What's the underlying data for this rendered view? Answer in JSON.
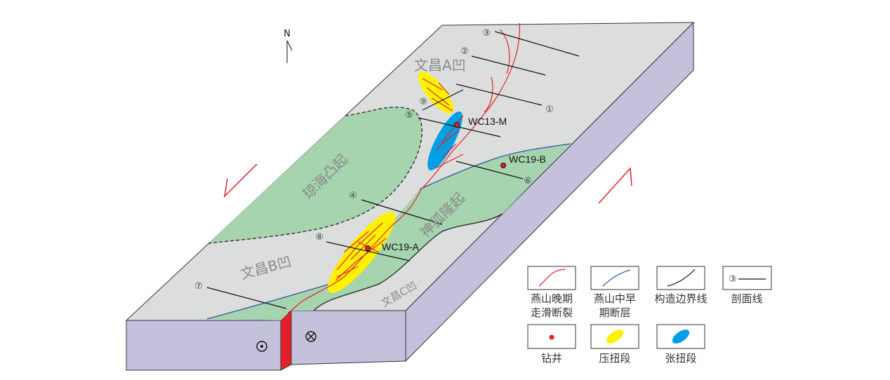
{
  "north_label": "N",
  "regions": {
    "wenchang_a": "文昌A凹",
    "wenchang_b": "文昌B凹",
    "wenchang_c": "文昌C凹",
    "qionghai": "琼海凸起",
    "shenhu": "神狐隆起"
  },
  "sections": [
    "①",
    "②",
    "③",
    "④",
    "⑤",
    "⑥",
    "⑦",
    "⑧",
    "⑨"
  ],
  "wells": [
    "WC13-M",
    "WC19-B",
    "WC19-A"
  ],
  "legend": {
    "late_fault": [
      "燕山晚期",
      "走滑断裂"
    ],
    "early_fault": [
      "燕山中早",
      "期断层"
    ],
    "boundary": "构造边界线",
    "section_line": "剖面线",
    "section_symbol": "③",
    "well": "钻井",
    "transpression": "压扭段",
    "transtension": "张扭段"
  },
  "colors": {
    "surface": "#dcdedd",
    "side": "#c4c1dc",
    "uplift": "#a5d4ae",
    "fault": "#e5202a",
    "early_fault": "#2f55a4",
    "transpression": "#fff200",
    "transtension": "#009fe3"
  }
}
